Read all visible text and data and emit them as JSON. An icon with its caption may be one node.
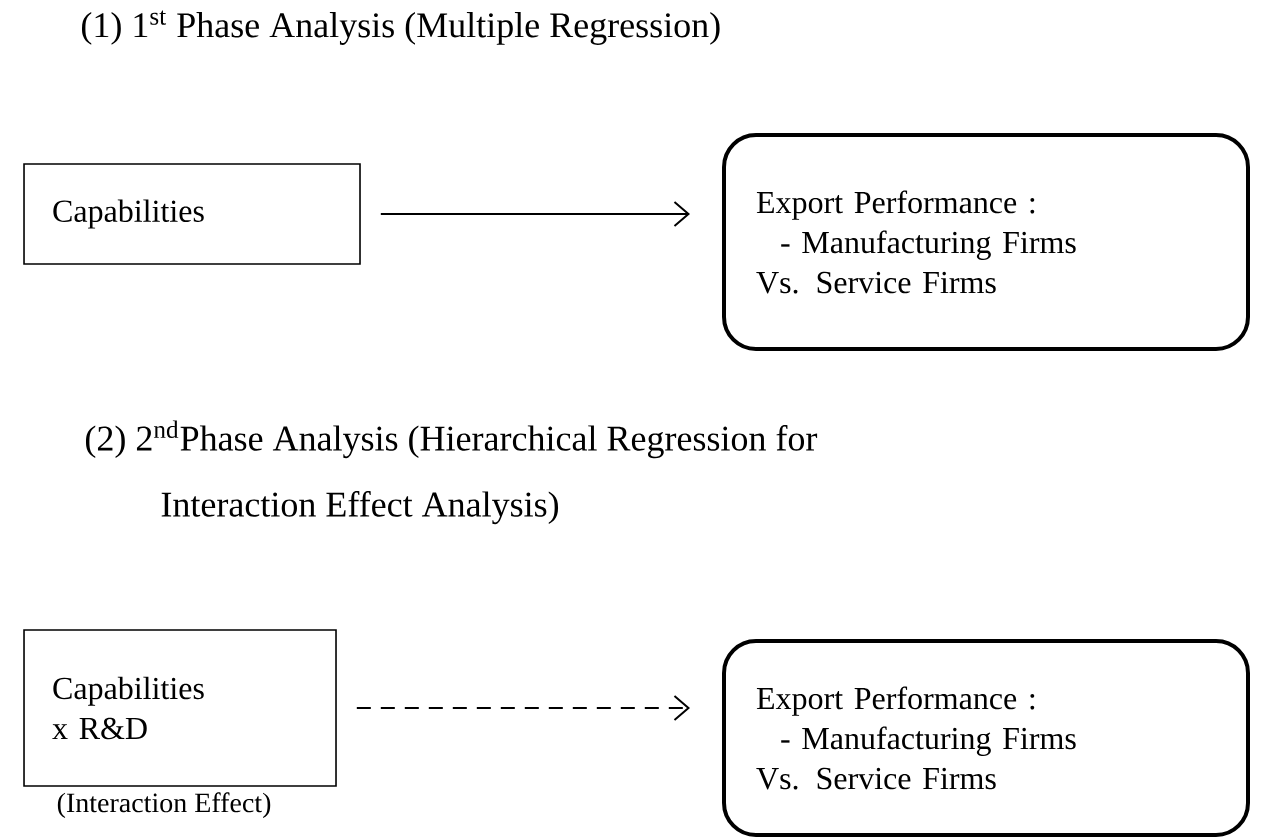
{
  "diagram": {
    "title": "(1) 1$^{st}$ Phase Analysis (Multiple Regression)",
    "nodes": [
      {
        "text": [
          "Capabilities"
        ]
      },
      {
        "text": [
          "Export Performance :",
          "- Manufacturing Firms Vs. Service Firms"
        ]
      },
      {
        "text": [
          "Capabilities x R&D"
        ],
        "beside": [
          "(Interaction Effect)"
        ]
      },
      {
        "text": [
          "Export Performance :",
          "- Manufacturing Firms Vs. Service Firms"
        ]
      }
    ],
    "edges": [
      {
        "from": 0,
        "to": 1,
        "arrow": "to"
      },
      {
        "from": 2,
        "to": 3,
        "arrow": "to",
        "style": "dashed"
      }
    ],
    "labels": [
      "(2) 2$^{nd}$Phase Analysis (Hierarchical Regression for Interaction Effect Analysis)"
    ]
  }
}
